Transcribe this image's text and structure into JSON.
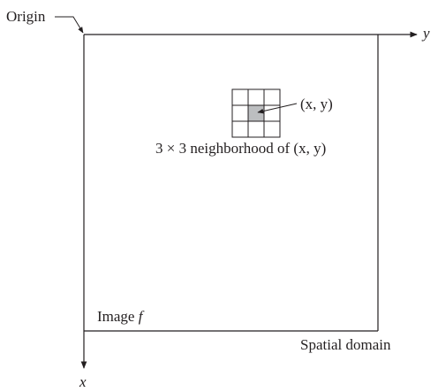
{
  "labels": {
    "origin": "Origin",
    "y_axis": "y",
    "x_axis": "x",
    "pixel": "(x, y)",
    "neighborhood": "3 × 3 neighborhood of (x, y)",
    "image": "Image ",
    "image_symbol": "f",
    "domain": "Spatial domain"
  },
  "neighborhood_grid": {
    "rows": 3,
    "cols": 3,
    "center_fill": "#bcbec0"
  },
  "colors": {
    "line": "#231f20",
    "background": "#ffffff"
  }
}
